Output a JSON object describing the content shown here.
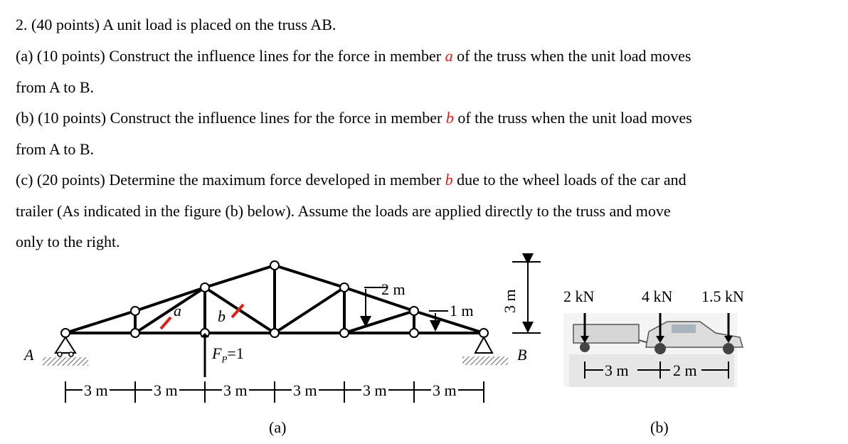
{
  "problem": {
    "lines": [
      "2. (40 points) A unit load is placed on the truss AB.",
      "",
      "from A to B.",
      "",
      "from A to B.",
      "",
      "trailer (As indicated in the figure (b) below). Assume the loads are applied directly to the truss and move",
      "only to the right."
    ],
    "part_a": {
      "pre": "(a) (10 points) Construct the influence lines for the force in member ",
      "member": "a",
      "post": " of the truss when the unit load moves"
    },
    "part_b": {
      "pre": "(b) (10 points) Construct the influence lines for the force in member ",
      "member": "b",
      "post": " of the truss when the unit load moves"
    },
    "part_c": {
      "pre": "(c) (20 points) Determine the maximum force developed in member ",
      "member": "b",
      "post": " due to the wheel loads of the car and"
    }
  },
  "figure_a": {
    "support_left": "A",
    "support_right": "B",
    "member_a": "a",
    "member_b": "b",
    "load": "F",
    "load_sub": "P",
    "load_val": "=1",
    "dim_2m": "2 m",
    "dim_1m": "1 m",
    "dim_3m_vertical": "3 m",
    "spans": [
      "3 m",
      "3 m",
      "3 m",
      "3 m",
      "3 m",
      "3 m"
    ],
    "caption": "(a)"
  },
  "figure_b": {
    "loads": [
      "2 kN",
      "4 kN",
      "1.5 kN"
    ],
    "spacing": [
      "3 m",
      "2 m"
    ],
    "caption": "(b)"
  },
  "colors": {
    "text": "#000000",
    "member_label": "#e0201a",
    "cut_mark": "#e0201a"
  }
}
